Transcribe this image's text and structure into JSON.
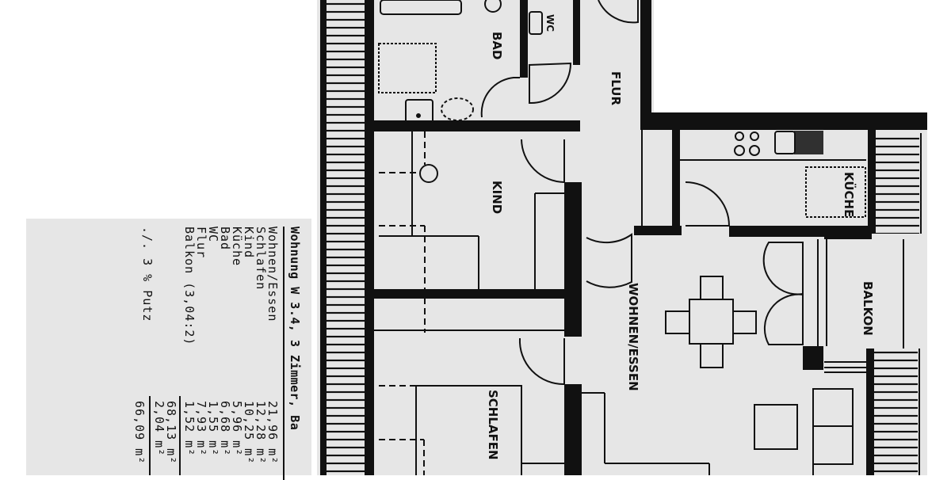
{
  "plan": {
    "background": "#e6e6e6",
    "wall_color": "#111111",
    "rooms": [
      {
        "id": "bad",
        "label": "BAD"
      },
      {
        "id": "wc",
        "label": "WC"
      },
      {
        "id": "flur",
        "label": "FLUR"
      },
      {
        "id": "kind",
        "label": "KIND"
      },
      {
        "id": "kueche",
        "label": "KÜCHE"
      },
      {
        "id": "balkon",
        "label": "BALKON"
      },
      {
        "id": "wohnen",
        "label": "WOHNEN/ESSEN"
      },
      {
        "id": "schlafen",
        "label": "SCHLAFEN"
      }
    ]
  },
  "area_table": {
    "title": "Wohnung W 3.4, 3 Zimmer, Ba",
    "rows": [
      {
        "name": "Wohnen/Essen",
        "value": "21,96 m²"
      },
      {
        "name": "Schlafen",
        "value": "12,28 m²"
      },
      {
        "name": "Kind",
        "value": "10,25 m²"
      },
      {
        "name": "Küche",
        "value": "5,96 m²"
      },
      {
        "name": "Bad",
        "value": "6,68 m²"
      },
      {
        "name": "WC",
        "value": "1,55 m²"
      },
      {
        "name": "Flur",
        "value": "7,93 m²"
      },
      {
        "name": "Balkon (3,04:2)",
        "value": "1,52 m²"
      }
    ],
    "subtotal": "68,13 m²",
    "deduction_label": "./. 3 % Putz",
    "deduction_value": "2,04 m²",
    "total": "66,09 m²"
  }
}
